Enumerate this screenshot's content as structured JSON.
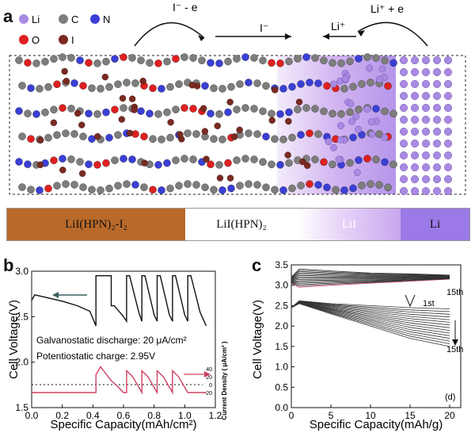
{
  "panel_a": {
    "letter": "a",
    "legend": [
      {
        "symbol": "Li",
        "label": "Li",
        "color": "#a98ae3"
      },
      {
        "symbol": "C",
        "label": "C",
        "color": "#7d7d7d"
      },
      {
        "symbol": "N",
        "label": "N",
        "color": "#3a3fd6"
      },
      {
        "symbol": "O",
        "label": "O",
        "color": "#e02020"
      },
      {
        "symbol": "I",
        "label": "I",
        "color": "#7a2a20"
      }
    ],
    "reactions": {
      "left": "I⁻ - e",
      "middle": "I⁻",
      "li_ion": "Li⁺",
      "right": "Li⁺ + e"
    },
    "phases": [
      {
        "label": "LiI(HPN)₂-I₂",
        "color": "#b96a2a"
      },
      {
        "label": "LiI(HPN)₂",
        "color": "#ffffff"
      },
      {
        "label": "LiI",
        "color": "#c9a6ee"
      },
      {
        "label": "Li",
        "color": "#9b79e6"
      }
    ]
  },
  "chart_data": [
    {
      "panel": "b",
      "type": "line",
      "xlabel": "Specific Capacity(mAh/cm²)",
      "ylabel": "Cell Voltage(V)",
      "ylabel2": "Current Density ( μA/cm² )",
      "xlim": [
        0.0,
        1.2
      ],
      "ylim": [
        1.5,
        3.0
      ],
      "xticks": [
        "0.0",
        "0.2",
        "0.4",
        "0.6",
        "0.8",
        "1.0",
        "1.2"
      ],
      "yticks": [
        "1.5",
        "2.0",
        "2.5",
        "3.0"
      ],
      "y2ticks": [
        "40",
        "20",
        "0",
        "-20"
      ],
      "annotations": [
        "Galvanostatic discharge: 20 μA/cm²",
        "Potentiostatic charge: 2.95V"
      ],
      "series": [
        {
          "color": "#111111",
          "x": [
            0.0,
            0.02,
            0.1,
            0.2,
            0.3,
            0.38,
            0.42,
            0.42,
            0.52,
            0.52,
            0.54,
            0.6,
            0.62,
            0.62,
            0.64,
            0.7,
            0.72,
            0.72,
            0.74,
            0.8,
            0.82,
            0.82,
            0.84,
            0.9,
            0.92,
            0.92,
            0.94,
            1.0,
            1.02,
            1.02,
            1.04,
            1.1,
            1.14
          ],
          "y": [
            2.68,
            2.74,
            2.71,
            2.67,
            2.62,
            2.56,
            2.4,
            2.95,
            2.95,
            2.62,
            2.62,
            2.5,
            2.45,
            2.95,
            2.95,
            2.55,
            2.45,
            2.95,
            2.95,
            2.52,
            2.45,
            2.95,
            2.95,
            2.52,
            2.45,
            2.95,
            2.95,
            2.52,
            2.45,
            2.95,
            2.95,
            2.55,
            2.4
          ]
        },
        {
          "color": "#d04060",
          "x": [
            0.0,
            0.42,
            0.42,
            0.45,
            0.52,
            0.55,
            0.6,
            0.62,
            0.62,
            0.66,
            0.72,
            0.72,
            0.76,
            0.82,
            0.82,
            0.86,
            0.92,
            0.92,
            0.96,
            1.02,
            1.04,
            1.14
          ],
          "y": [
            -20,
            -20,
            25,
            45,
            10,
            0,
            -20,
            -20,
            35,
            20,
            -20,
            35,
            20,
            -20,
            35,
            20,
            -20,
            35,
            20,
            -20,
            -20,
            -20
          ]
        }
      ]
    },
    {
      "panel": "c",
      "type": "line",
      "xlabel": "Specific Capacity(mAh/g)",
      "ylabel": "Cell Voltage(V)",
      "xlim": [
        0,
        20
      ],
      "ylim": [
        0.0,
        3.5
      ],
      "xticks": [
        "0",
        "5",
        "10",
        "15",
        "20"
      ],
      "yticks": [
        "0.0",
        "0.5",
        "1.0",
        "1.5",
        "2.0",
        "2.5",
        "3.0",
        "3.5"
      ],
      "annotations": [
        "15th",
        "1st",
        "15th",
        "(d)"
      ],
      "charge_curves": {
        "x": [
          0,
          1,
          5,
          10,
          15,
          20
        ],
        "y_first": [
          3.05,
          2.95,
          3.0,
          3.05,
          3.1,
          3.15
        ],
        "y_last": [
          3.2,
          3.4,
          3.35,
          3.3,
          3.28,
          3.25
        ]
      },
      "discharge_curves": {
        "x": [
          0,
          1,
          5,
          10,
          15,
          20
        ],
        "y_first": [
          2.45,
          2.62,
          2.55,
          2.5,
          2.45,
          2.42
        ],
        "y_last": [
          2.45,
          2.55,
          2.3,
          2.0,
          1.7,
          1.5
        ]
      }
    }
  ]
}
